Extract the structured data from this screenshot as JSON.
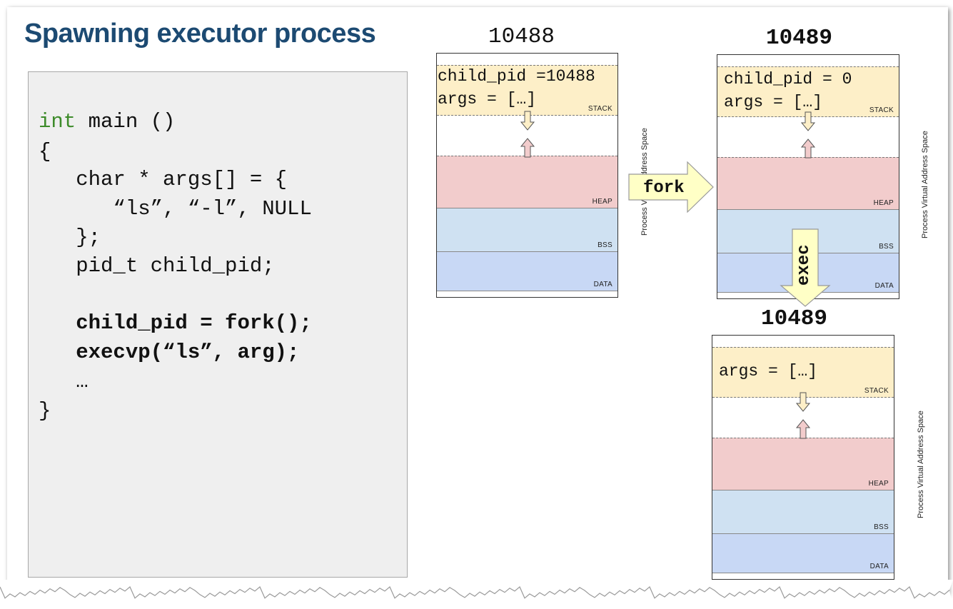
{
  "title": "Spawning executor process",
  "code": {
    "keyword": "int",
    "line1_rest": " main ()",
    "line2": "{",
    "line3": "   char * args[] = {",
    "line4": "      “ls”, “-l”, NULL",
    "line5": "   };",
    "line6": "   pid_t child_pid;",
    "line7": "   child_pid = fork();",
    "line8": "   execvp(“ls”, arg);",
    "line9": "   …",
    "line10": "}"
  },
  "parent": {
    "pid": "10488",
    "stack_line1": "child_pid =10488",
    "stack_line2": "args = […]"
  },
  "child": {
    "pid": "10489",
    "stack_line1": "child_pid = 0",
    "stack_line2": "args = […]"
  },
  "exec_child": {
    "pid": "10489",
    "stack_line1": "args = […]"
  },
  "segments": {
    "stack": "STACK",
    "heap": "HEAP",
    "bss": "BSS",
    "data": "DATA"
  },
  "vertical_label": "Process Virtual Address Space",
  "arrows": {
    "fork": "fork",
    "exec": "exec"
  },
  "colors": {
    "title": "#1c4a72",
    "keyword": "#3d8b2a",
    "stack": "#fdefc8",
    "heap": "#f2cccc",
    "bss": "#cfe1f2",
    "data": "#c8d8f5",
    "arrow_fill": "#ffffc6"
  }
}
